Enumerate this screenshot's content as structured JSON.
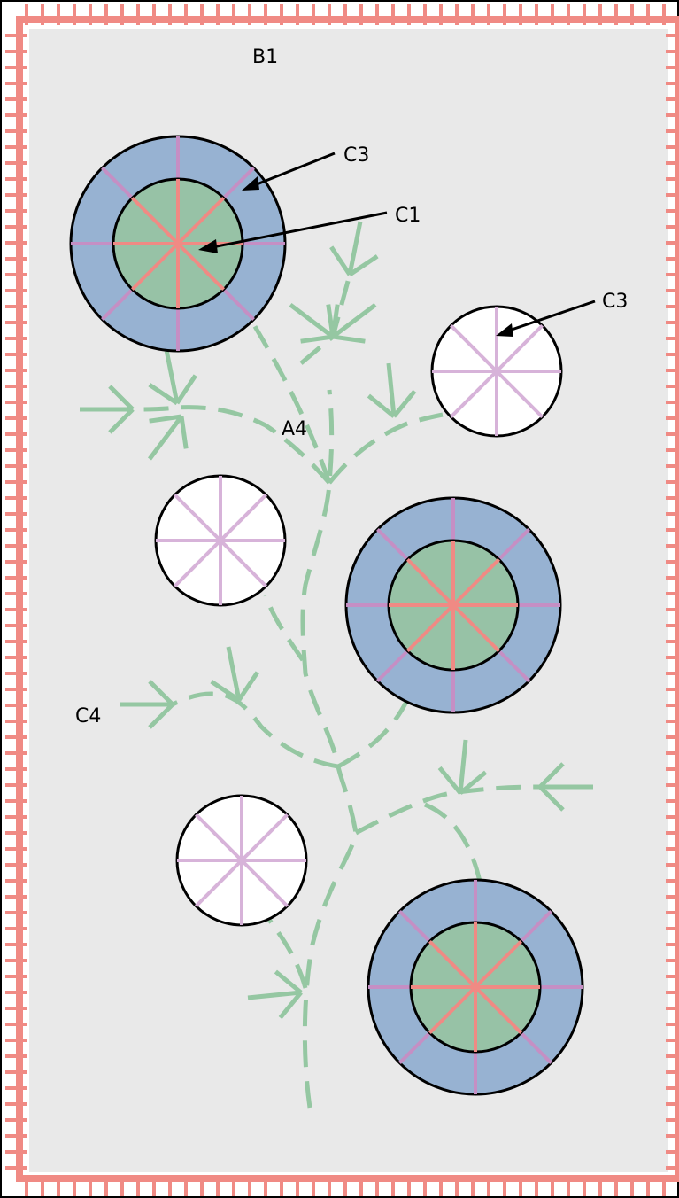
{
  "labels": {
    "bed": "B1",
    "path": "A4",
    "branch": "C4",
    "callout_outer_ring": "C3",
    "callout_inner_disc": "C1",
    "callout_white_circle": "C3"
  },
  "colors": {
    "background": "#e9e9e9",
    "border": "#f08a84",
    "outer_ring": "#97b2d2",
    "inner_disc": "#97c2a6",
    "spoke_outer": "#c58fc4",
    "spoke_inner": "#f08a84",
    "white_circle": "#ffffff",
    "white_spoke": "#d7b3d9",
    "branch": "#95c7a2",
    "outline": "#000000"
  }
}
